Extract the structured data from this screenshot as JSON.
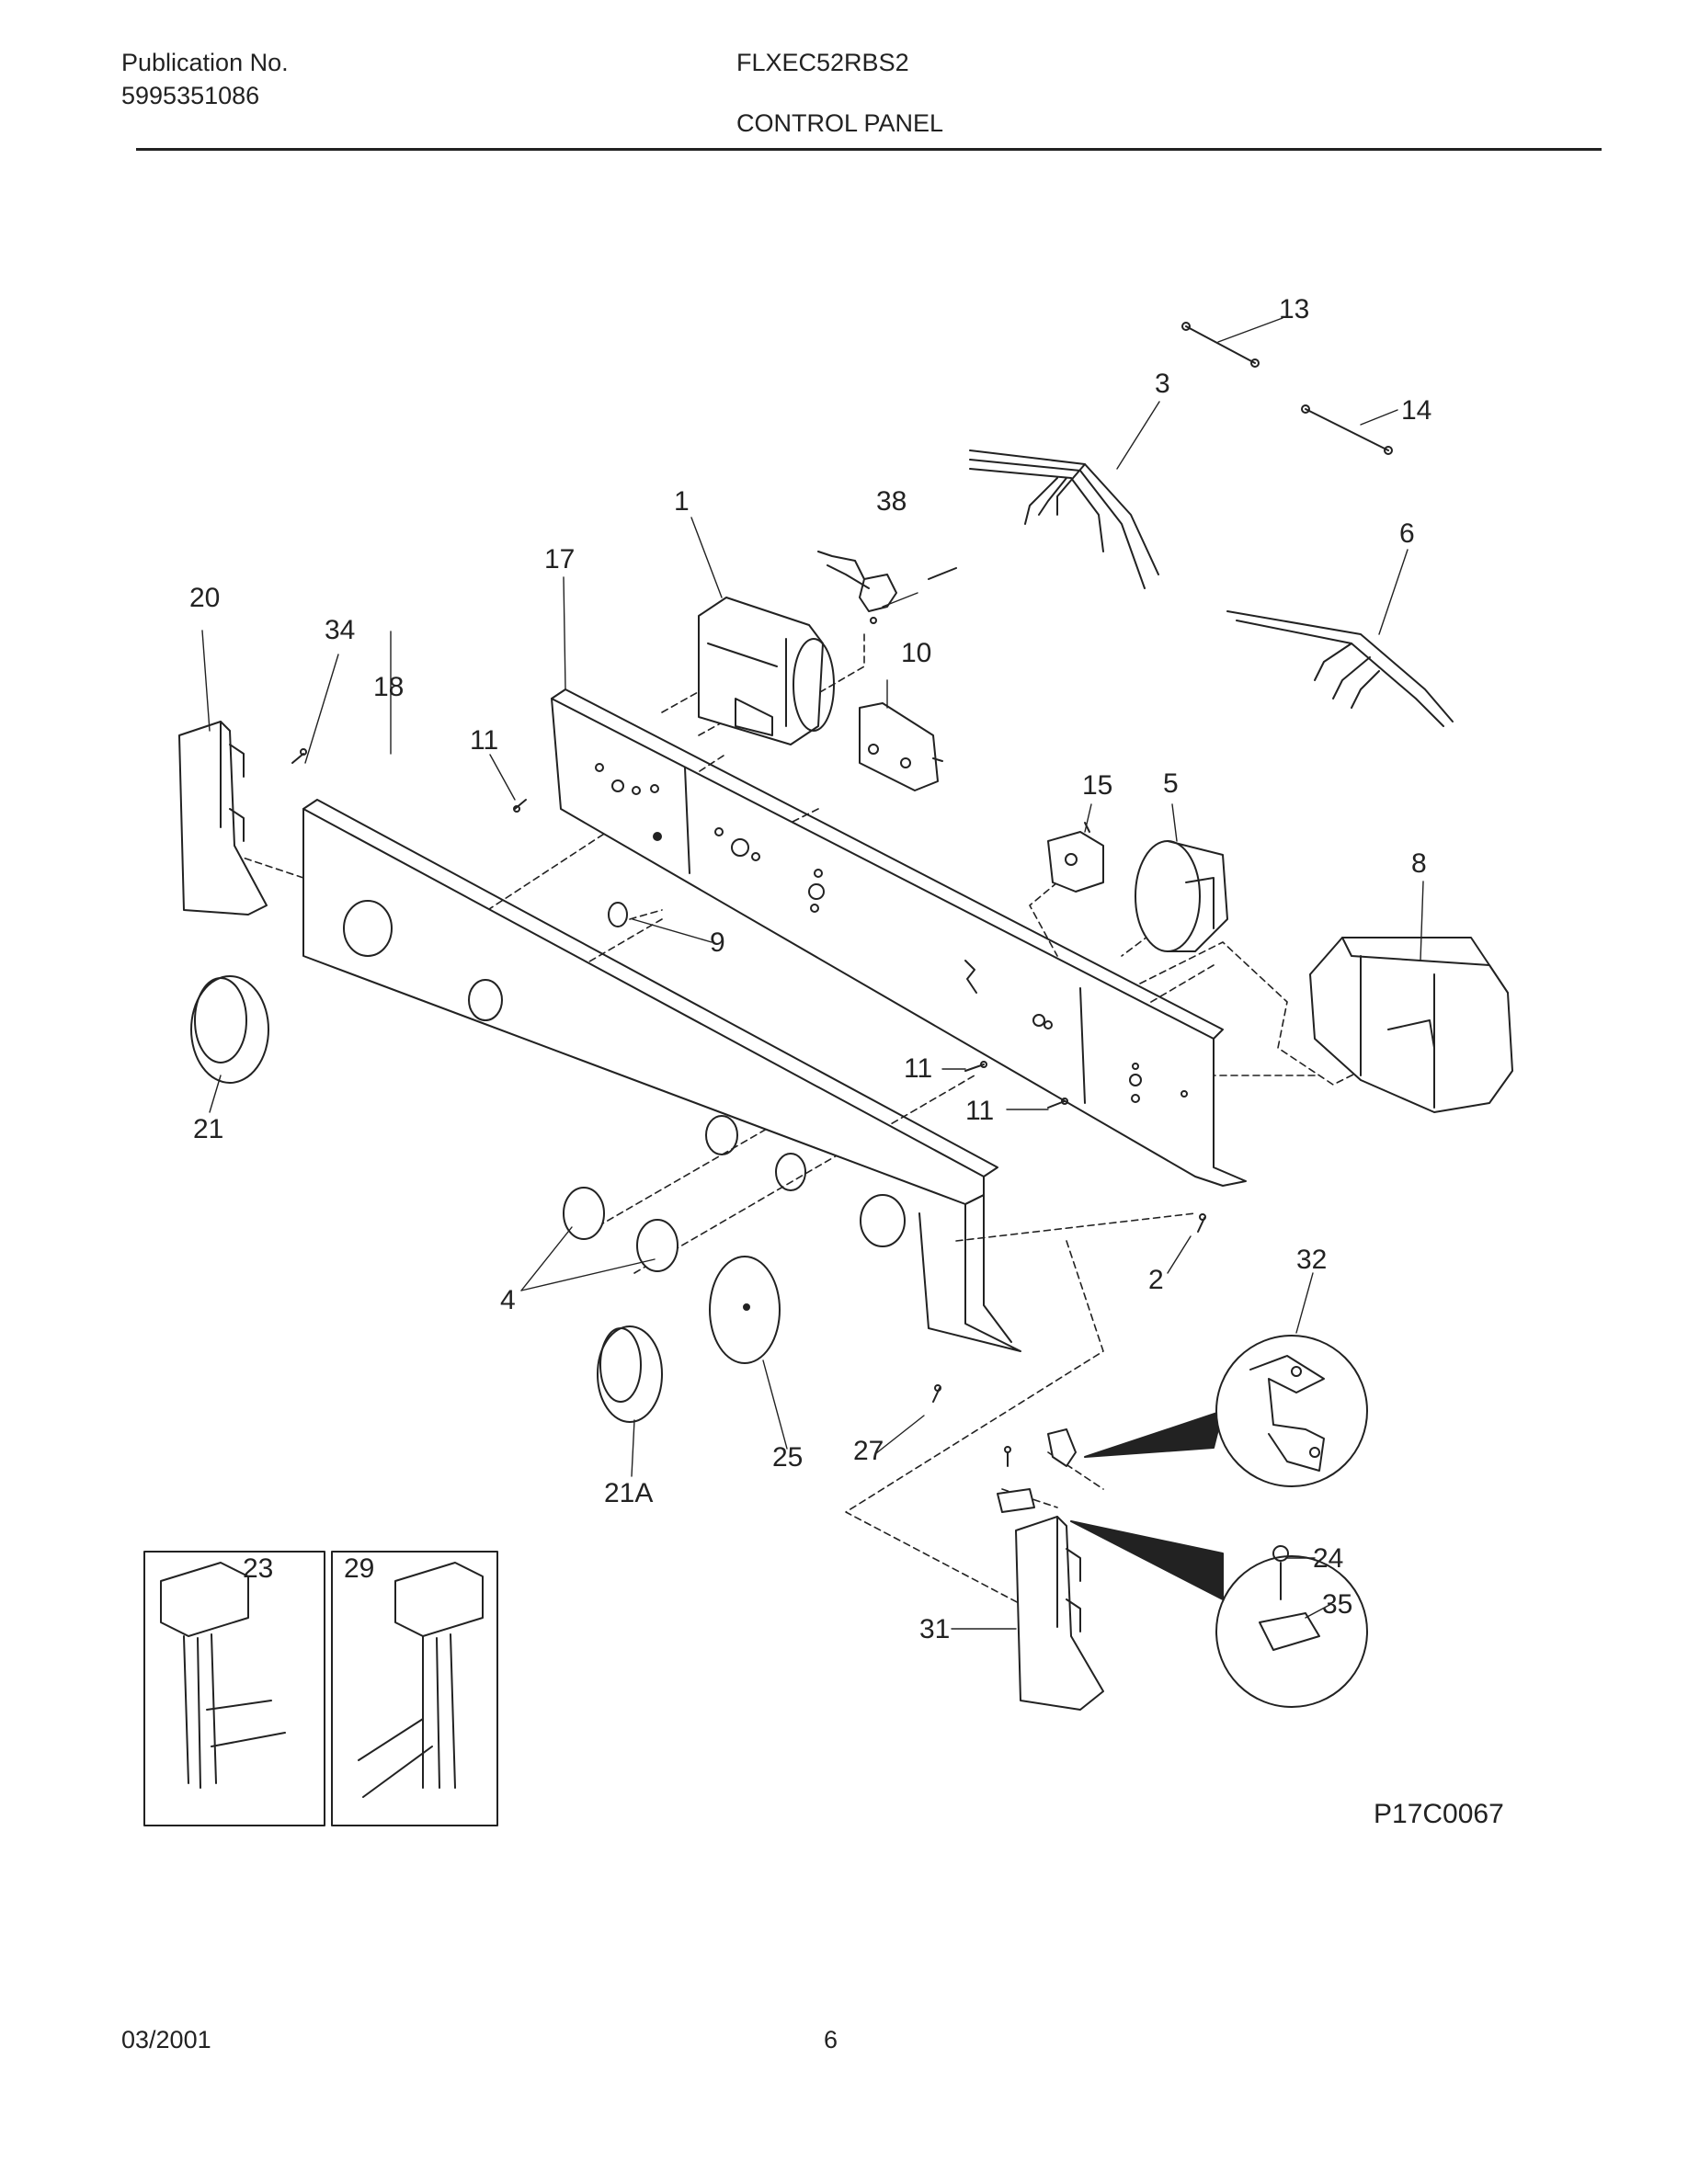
{
  "header": {
    "publication_label": "Publication No.",
    "publication_number": "5995351086",
    "model": "FLXEC52RBS2",
    "section_title": "CONTROL PANEL"
  },
  "diagram": {
    "callouts": [
      "1",
      "2",
      "3",
      "4",
      "5",
      "6",
      "8",
      "9",
      "10",
      "11",
      "11",
      "11",
      "13",
      "14",
      "15",
      "17",
      "18",
      "20",
      "21",
      "21A",
      "23",
      "24",
      "25",
      "27",
      "29",
      "31",
      "32",
      "34",
      "35",
      "38"
    ],
    "drawing_code": "P17C0067"
  },
  "footer": {
    "date": "03/2001",
    "page": "6"
  }
}
